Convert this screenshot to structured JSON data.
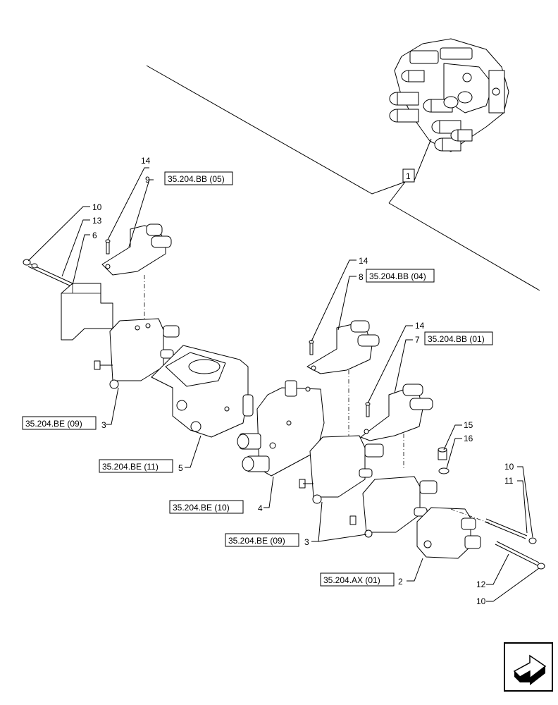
{
  "callouts": {
    "c1": "1",
    "c2": "2",
    "c3a": "3",
    "c3b": "3",
    "c4": "4",
    "c5": "5",
    "c6": "6",
    "c7": "7",
    "c8": "8",
    "c9": "9",
    "c10a": "10",
    "c10b": "10",
    "c10c": "10",
    "c11": "11",
    "c12": "12",
    "c13": "13",
    "c14a": "14",
    "c14b": "14",
    "c14c": "14",
    "c15": "15",
    "c16": "16"
  },
  "references": {
    "r_bb05": "35.204.BB (05)",
    "r_bb04": "35.204.BB (04)",
    "r_bb01": "35.204.BB (01)",
    "r_be09a": "35.204.BE (09)",
    "r_be11": "35.204.BE (11)",
    "r_be10": "35.204.BE (10)",
    "r_be09b": "35.204.BE (09)",
    "r_ax01": "35.204.AX (01)"
  },
  "nav_icon": "next-page-arrow-icon"
}
